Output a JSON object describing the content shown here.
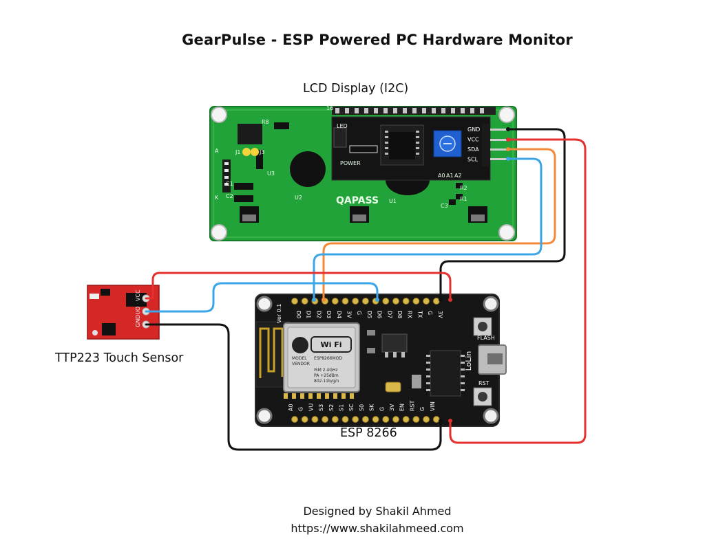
{
  "title": "GearPulse - ESP Powered PC Hardware Monitor",
  "labels": {
    "lcd": "LCD Display (I2C)",
    "touch": "TTP223 Touch Sensor",
    "esp": "ESP 8266"
  },
  "footer": {
    "credit": "Designed by Shakil Ahmed",
    "url": "https://www.shakilahmeed.com"
  },
  "lcd_board": {
    "brand": "QAPASS",
    "pins": [
      "GND",
      "VCC",
      "SDA",
      "SCL"
    ],
    "refs": [
      "R8",
      "J1",
      "J3",
      "U3",
      "C1",
      "C2",
      "U2",
      "U1",
      "R2",
      "R1",
      "C3",
      "LED",
      "POWER",
      "A0",
      "A1",
      "A2",
      "A",
      "K",
      "16"
    ]
  },
  "touch_board": {
    "pins": [
      "VCC",
      "I/O",
      "GND"
    ]
  },
  "esp_board": {
    "top_pins": [
      "D0",
      "D1",
      "D2",
      "D3",
      "D4",
      "3V",
      "G",
      "D5",
      "D6",
      "D7",
      "D8",
      "RX",
      "TX",
      "G",
      "3V"
    ],
    "bottom_pins": [
      "A0",
      "G",
      "VU",
      "S3",
      "S2",
      "S1",
      "SC",
      "S0",
      "SK",
      "G",
      "3V",
      "EN",
      "RST",
      "G",
      "VIN"
    ],
    "module": [
      "Wi Fi",
      "MODEL",
      "ESP8266MOD",
      "VENDOR",
      "ISM 2.4GHz",
      "PA +25dBm",
      "802.11b/g/n"
    ],
    "marks": [
      "Ver 0.1",
      "FLASH",
      "RST",
      "LoLin"
    ]
  },
  "wire_colors": {
    "gnd": "#111111",
    "vcc": "#e53030",
    "sda": "#f4893a",
    "scl": "#3aa6e8"
  }
}
